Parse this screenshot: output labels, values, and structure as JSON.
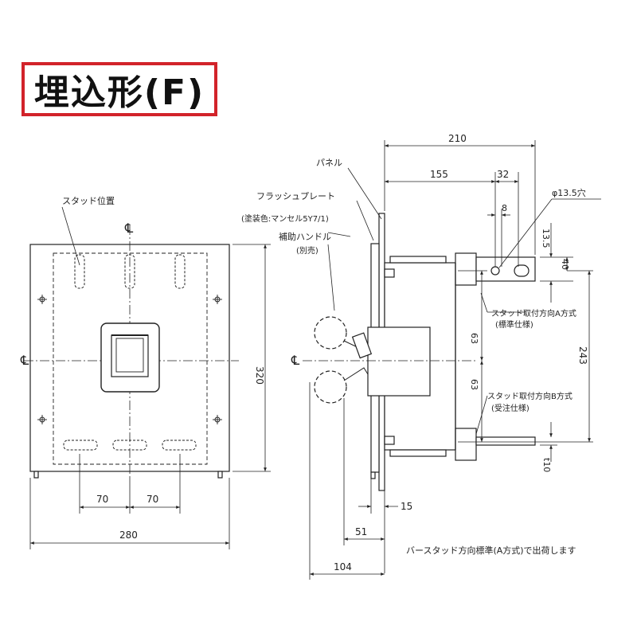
{
  "title": "埋込形(F)",
  "front_view": {
    "stud_position_label": "スタッド位置",
    "centerline_mark": "℄",
    "dim_width": "280",
    "dim_height": "320",
    "dim_spacing_1": "70",
    "dim_spacing_2": "70"
  },
  "side_view": {
    "panel_label": "パネル",
    "flush_plate_label": "フラッシュプレート",
    "paint_color_label": "(塗装色:マンセル5Y7/1)",
    "aux_handle_label": "補助ハンドル",
    "aux_handle_note": "(別売)",
    "centerline_mark": "℄",
    "hole_label": "φ13.5穴",
    "stud_a_label": "スタッド取付方向A方式",
    "stud_a_note": "(標準仕様)",
    "stud_b_label": "スタッド取付方向B方式",
    "stud_b_note": "(受注仕様)",
    "dim_210": "210",
    "dim_155": "155",
    "dim_32": "32",
    "dim_8": "8",
    "dim_13_5": "13.5",
    "dim_40": "40",
    "dim_63_top": "63",
    "dim_63_bottom": "63",
    "dim_243": "243",
    "dim_t10": "t10",
    "dim_15": "15",
    "dim_51": "51",
    "dim_104": "104",
    "shipping_note": "バースタッド方向標準(A方式)で出荷します"
  }
}
